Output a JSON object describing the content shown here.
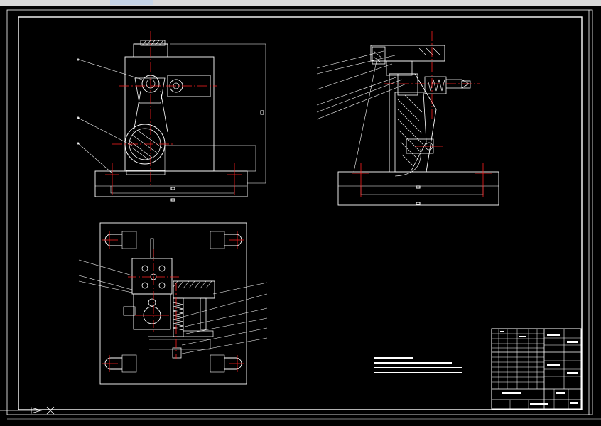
{
  "app": {
    "window_title": "",
    "tabs": [
      {
        "label": ""
      },
      {
        "label": ""
      }
    ]
  },
  "drawing": {
    "views": [
      {
        "name": "front-view"
      },
      {
        "name": "side-view"
      },
      {
        "name": "top-view"
      }
    ],
    "tech_requirements": {
      "title": "",
      "lines": [
        "",
        "",
        "",
        ""
      ]
    },
    "title_block": {
      "cells": []
    }
  },
  "colors": {
    "background": "#000000",
    "line": "#ffffff",
    "centerline": "#ff2020",
    "toolbar": "#d8d8d8"
  }
}
